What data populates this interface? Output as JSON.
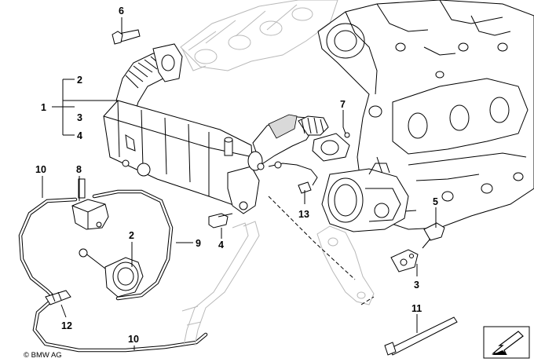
{
  "diagram": {
    "callouts": {
      "c1": "1",
      "c2_top": "2",
      "c3_top": "3",
      "c4_top": "4",
      "c6": "6",
      "c7": "7",
      "c8": "8",
      "c10_top": "10",
      "c2_mid": "2",
      "c9": "9",
      "c4_mid": "4",
      "c13": "13",
      "c5": "5",
      "c3_right": "3",
      "c11": "11",
      "c12": "12",
      "c10_bottom": "10"
    },
    "copyright": "© BMW AG"
  }
}
